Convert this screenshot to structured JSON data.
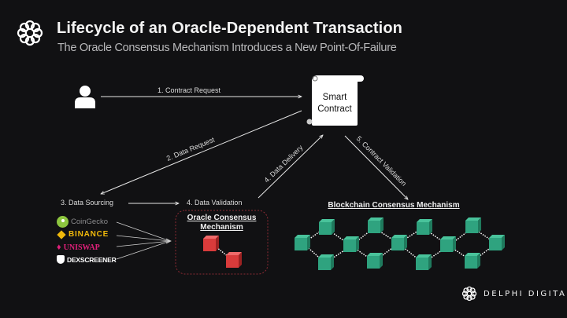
{
  "header": {
    "title": "Lifecycle of an Oracle-Dependent Transaction",
    "subtitle": "The Oracle Consensus Mechanism Introduces a New Point-Of-Failure",
    "logo_icon": "delphi-knot-icon"
  },
  "actors": {
    "user_icon": "user-icon",
    "smart_contract": {
      "line1": "Smart",
      "line2": "Contract",
      "icon": "scroll-icon"
    }
  },
  "steps": {
    "step1": "1.     Contract Request",
    "step2": "2. Data Request",
    "step3": "3. Data Sourcing",
    "step4a": "4. Data Validation",
    "step4b": "4. Data Delivery",
    "step5": "5. Contract Validation"
  },
  "data_sources": [
    {
      "name": "CoinGecko",
      "icon": "coingecko-icon",
      "color": "#8a8a8c"
    },
    {
      "name": "BINANCE",
      "icon": "binance-icon",
      "color": "#f0b90b"
    },
    {
      "name": "UNISWAP",
      "icon": "uniswap-icon",
      "color": "#e0207a"
    },
    {
      "name": "DEXSCREENER",
      "icon": "dexscreener-icon",
      "color": "#ffffff"
    }
  ],
  "oracle": {
    "title_line1": "Oracle Consensus",
    "title_line2": "Mechanism",
    "block_color": "#d93b3b",
    "border_color": "#8c2a33"
  },
  "blockchain": {
    "title": "Blockchain Consensus Mechanism",
    "block_color": "#2fa37f"
  },
  "footer": {
    "brand": "DELPHI DIGITAL",
    "logo_icon": "delphi-knot-icon"
  }
}
